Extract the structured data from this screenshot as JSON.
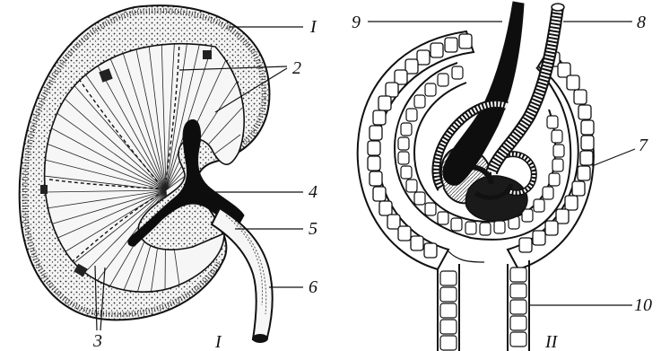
{
  "figure": {
    "panel_labels": {
      "left": "I",
      "right": "II"
    },
    "callouts": [
      "I",
      "2",
      "3",
      "4",
      "5",
      "6",
      "7",
      "8",
      "9",
      "10"
    ]
  },
  "colors": {
    "ink": "#111111",
    "paper": "#ffffff",
    "cortex_fill": "#d9d9d9",
    "medulla_fill": "#efefef"
  }
}
